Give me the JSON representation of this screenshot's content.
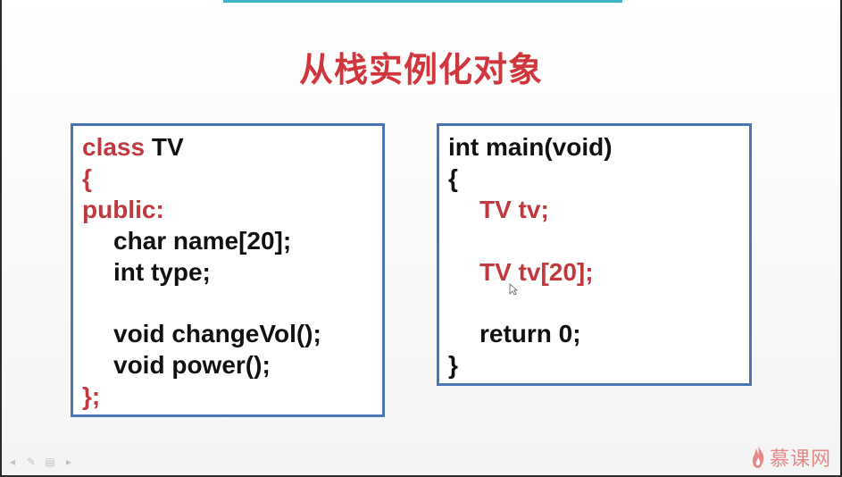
{
  "slide": {
    "title": "从栈实例化对象"
  },
  "left_code": {
    "line1_kw": "class",
    "line1_rest": " TV",
    "line2": "{",
    "line3": "public:",
    "line4": "char name[20];",
    "line5": "int type;",
    "line6": "void changeVol();",
    "line7": "void power();",
    "line8": "};"
  },
  "right_code": {
    "line1": "int main(void)",
    "line2": "{",
    "line3": "TV tv;",
    "line4": "TV tv[20];",
    "line5": "return 0;",
    "line6": "}"
  },
  "logo": {
    "text": "慕课网"
  },
  "colors": {
    "accent_red": "#c0393f",
    "box_border": "#4a76b6",
    "title_red": "#d0363c",
    "top_strip": "#3fb6c6"
  },
  "icons": {
    "cursor": "mouse-pointer-icon",
    "logo": "flame-icon",
    "toolbar": [
      "prev-arrow-icon",
      "pen-icon",
      "menu-icon",
      "next-arrow-icon"
    ]
  }
}
